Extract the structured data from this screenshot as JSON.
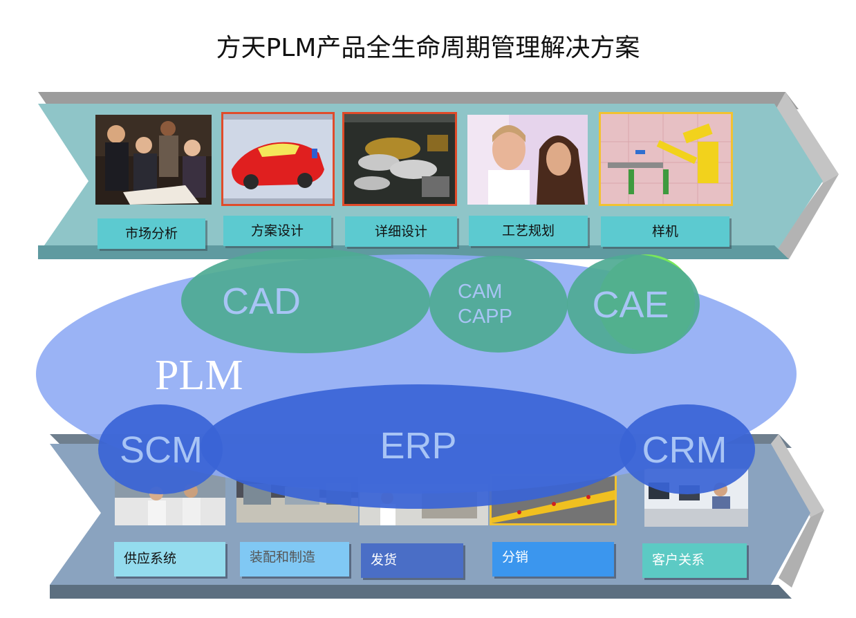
{
  "title": "方天PLM产品全生命周期管理解决方案",
  "top_stages": [
    {
      "label": "市场分析",
      "photo": "business-meeting-photo"
    },
    {
      "label": "方案设计",
      "photo": "red-car-cad-model-photo"
    },
    {
      "label": "详细设计",
      "photo": "engine-detail-cad-photo"
    },
    {
      "label": "工艺规划",
      "photo": "engineers-at-screen-photo"
    },
    {
      "label": "样机",
      "photo": "yellow-robot-arm-simulation-photo"
    }
  ],
  "center": {
    "plm": "PLM",
    "cad": "CAD",
    "cam": "CAM",
    "capp": "CAPP",
    "cae": "CAE",
    "scm": "SCM",
    "erp": "ERP",
    "crm": "CRM"
  },
  "bottom_stages": [
    {
      "label": "供应系统",
      "photo": "lab-workers-photo"
    },
    {
      "label": "装配和制造",
      "photo": "factory-floor-photo"
    },
    {
      "label": "发货",
      "photo": "shipping-warehouse-photo"
    },
    {
      "label": "分销",
      "photo": "distribution-line-photo"
    },
    {
      "label": "客户关系",
      "photo": "call-center-photo"
    }
  ],
  "colors": {
    "top_band": "#8fc5c8",
    "bottom_band": "#8aa3bf",
    "plm_ellipse": "#99b3f5",
    "cad_group": "#5aae9c",
    "erp_group": "#4169d8"
  }
}
